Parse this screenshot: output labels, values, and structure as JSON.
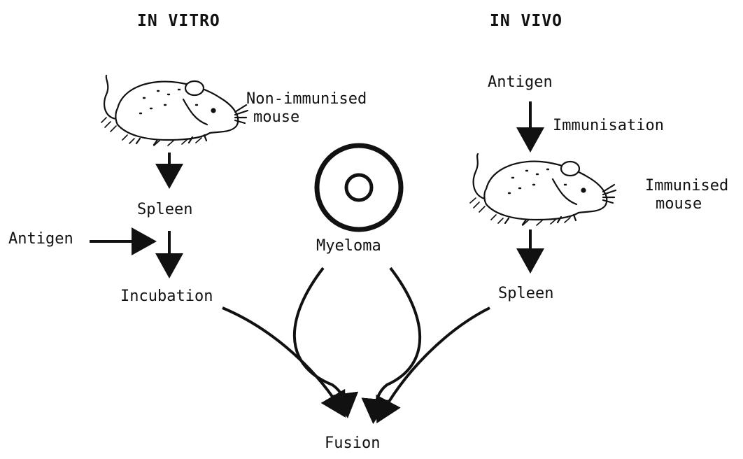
{
  "headers": {
    "in_vitro": "IN  VITRO",
    "in_vivo": "IN  VIVO"
  },
  "in_vitro": {
    "mouse_label_line1": "Non-immunised",
    "mouse_label_line2": "mouse",
    "spleen": "Spleen",
    "antigen": "Antigen",
    "incubation": "Incubation"
  },
  "center": {
    "myeloma": "Myeloma"
  },
  "in_vivo": {
    "antigen": "Antigen",
    "immunisation": "Immunisation",
    "mouse_label_line1": "Immunised",
    "mouse_label_line2": "mouse",
    "spleen": "Spleen"
  },
  "result": {
    "fusion": "Fusion"
  },
  "icons": [
    "mouse-icon",
    "myeloma-cell-icon",
    "arrow-down-icon",
    "arrow-right-icon",
    "curved-arrow-icon"
  ],
  "colors": {
    "ink": "#111111",
    "background": "#ffffff"
  }
}
